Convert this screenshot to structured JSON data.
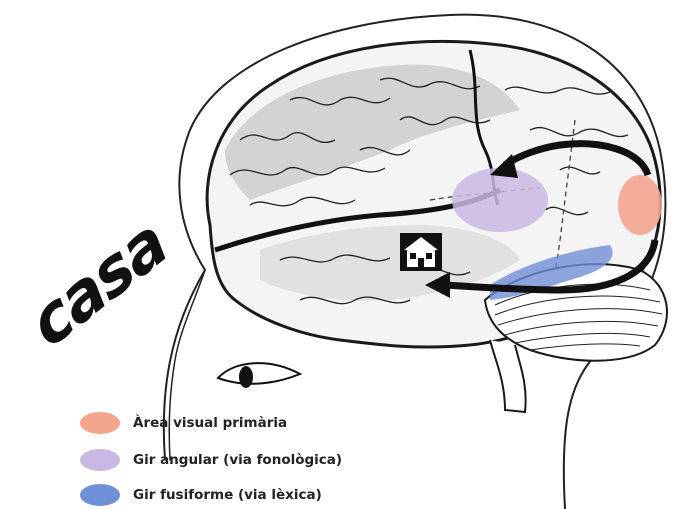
{
  "word": "casa",
  "legend": [
    {
      "label": "Àrea visual primària",
      "color": "#f3a58e"
    },
    {
      "label": "Gir angular (via fonològica)",
      "color": "#c9b7e4"
    },
    {
      "label": "Gir fusiforme (via lèxica)",
      "color": "#6f8fd6"
    }
  ],
  "regions": {
    "visual": "#f3a58e",
    "angular": "#c9b7e4",
    "fusiform": "#6f8fd6"
  },
  "icons": [
    "house-icon",
    "eye-icon"
  ]
}
